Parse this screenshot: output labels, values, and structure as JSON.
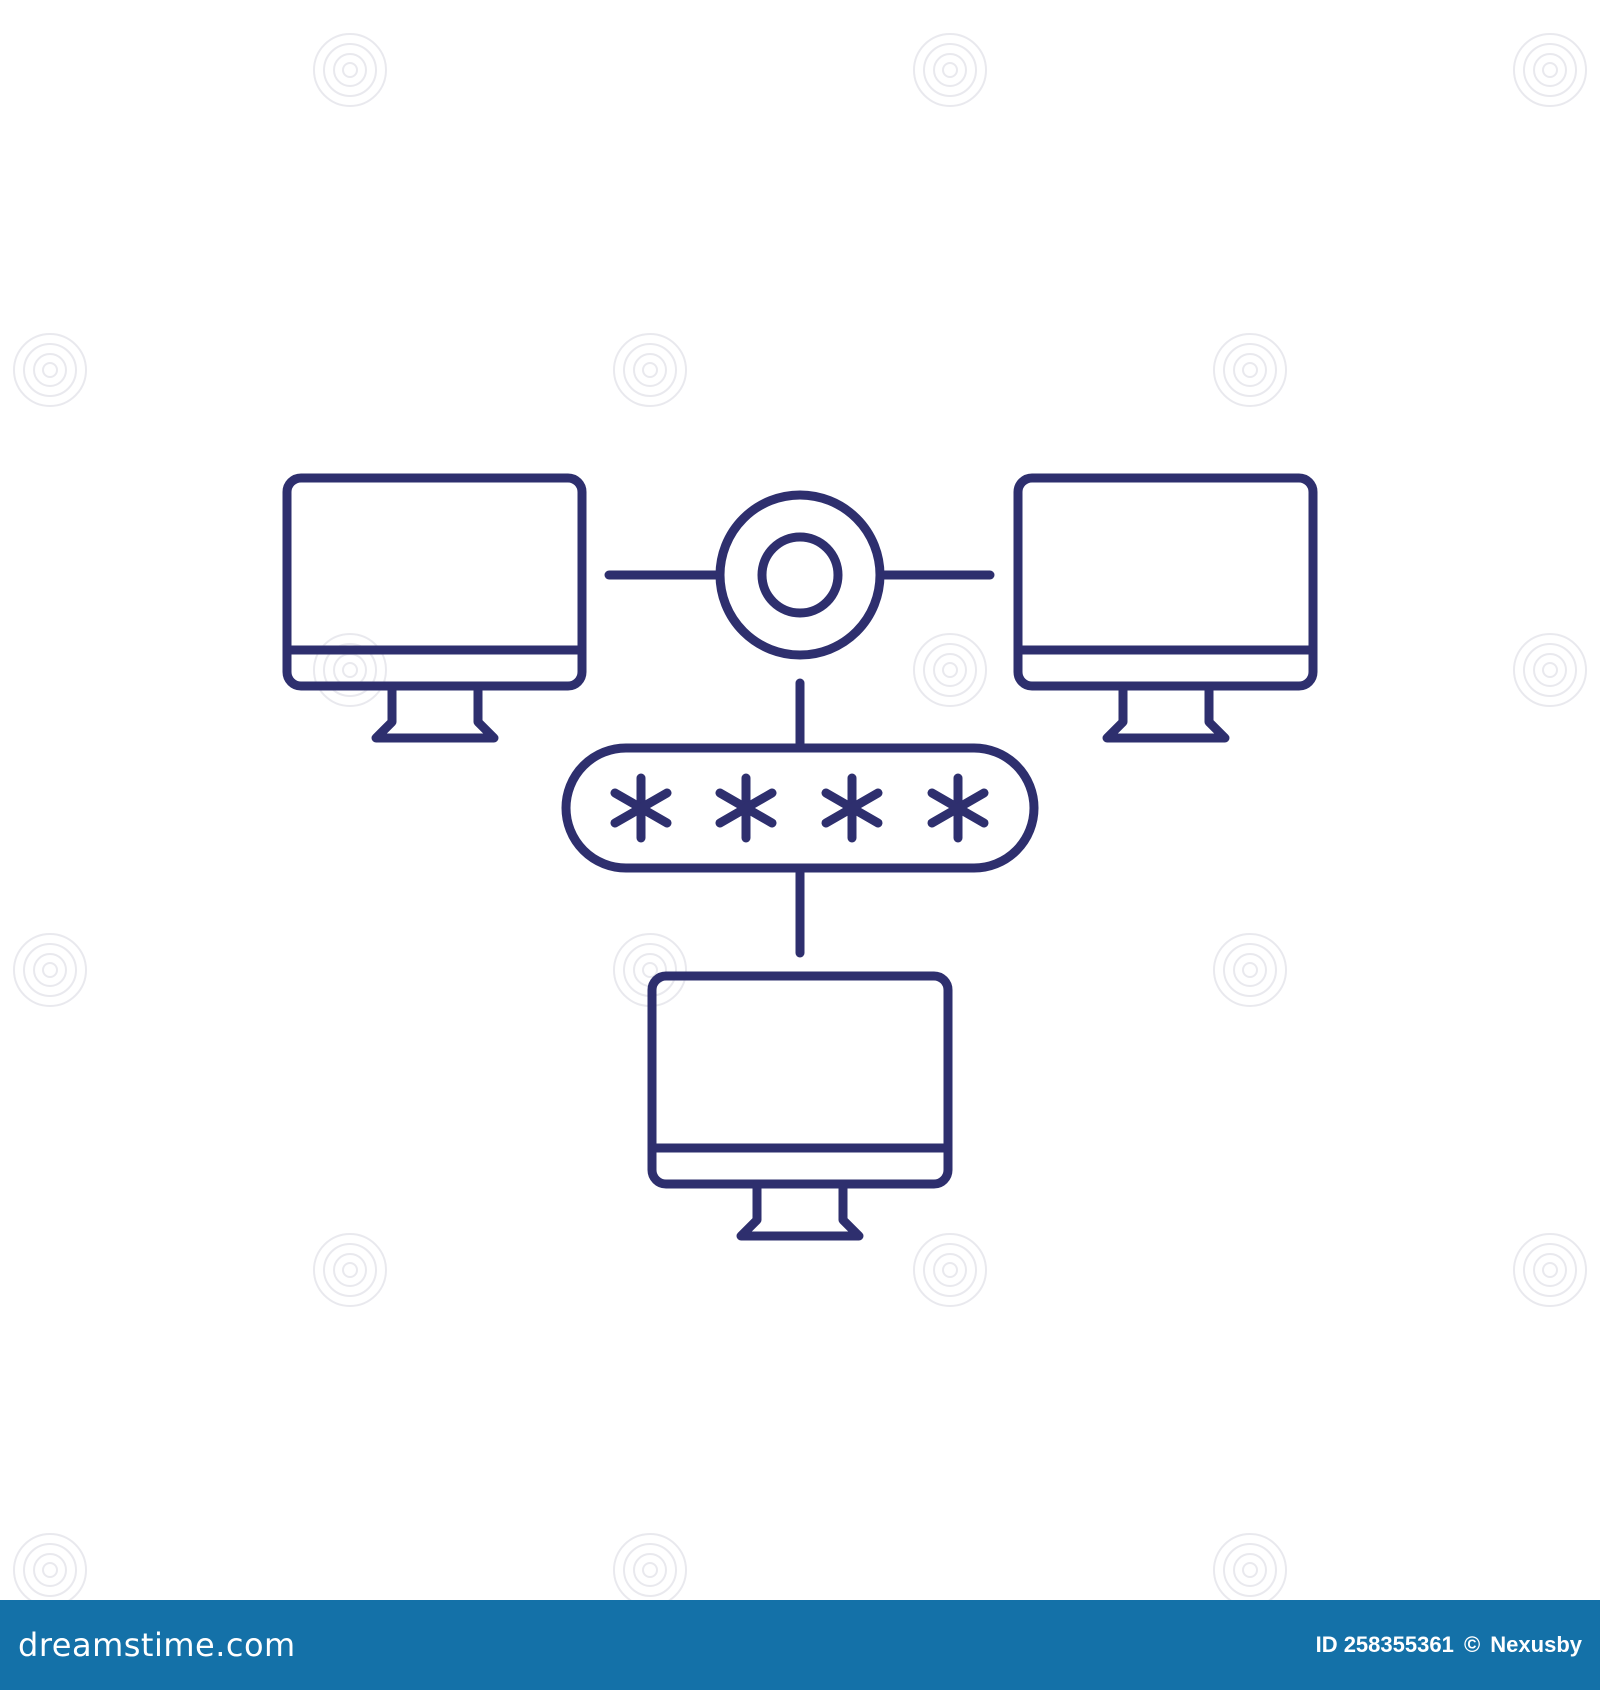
{
  "colors": {
    "stroke": "#2e2f6e",
    "background": "#ffffff",
    "footer_bg": "#1471a8",
    "footer_text": "#ffffff",
    "watermark": "#e9e9ee"
  },
  "diagram": {
    "nodes": [
      {
        "name": "monitor-left",
        "icon": "desktop-monitor-icon"
      },
      {
        "name": "hub",
        "icon": "network-hub-icon"
      },
      {
        "name": "monitor-right",
        "icon": "desktop-monitor-icon"
      },
      {
        "name": "password-field",
        "icon": "password-field-icon",
        "masked_text": "****"
      },
      {
        "name": "monitor-bottom",
        "icon": "desktop-monitor-icon"
      }
    ],
    "edges": [
      {
        "from": "monitor-left",
        "to": "hub"
      },
      {
        "from": "hub",
        "to": "monitor-right"
      },
      {
        "from": "hub",
        "to": "password-field"
      },
      {
        "from": "password-field",
        "to": "monitor-bottom"
      }
    ]
  },
  "footer": {
    "brand": "dreamstime.com",
    "id_label": "ID 258355361",
    "copyright_symbol": "©",
    "author": "Nexusby"
  }
}
